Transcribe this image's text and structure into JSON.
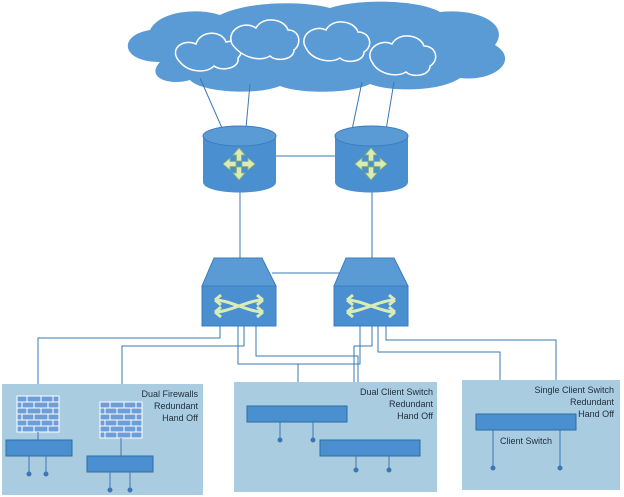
{
  "groups": {
    "dual_firewalls": {
      "line1": "Dual Firewalls",
      "line2": "Redundant",
      "line3": "Hand Off"
    },
    "dual_client_switch": {
      "line1": "Dual Client Switch",
      "line2": "Redundant",
      "line3": "Hand Off"
    },
    "single_client_switch": {
      "line1": "Single Client Switch",
      "line2": "Redundant",
      "line3": "Hand Off",
      "switch_label": "Client Switch"
    }
  },
  "colors": {
    "cloud": "#5b9bd5",
    "device": "#4a8fd0",
    "device_stroke": "#2e6da4",
    "panel": "#a9cce0",
    "line": "#3a78b5",
    "arrow": "#d9ecb8",
    "wall": "#6d9ed8"
  },
  "icons": [
    "cloud-icon",
    "router-icon",
    "switch-icon",
    "firewall-icon",
    "port-icon"
  ]
}
